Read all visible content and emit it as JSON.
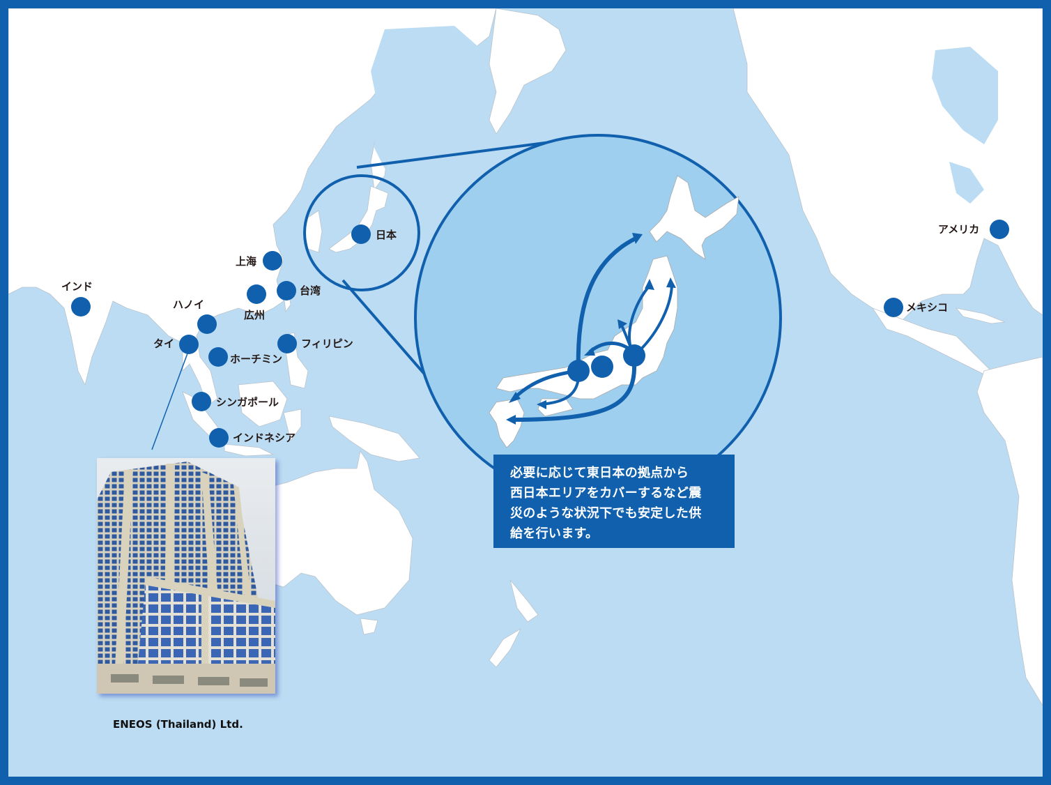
{
  "colors": {
    "border": "#1060ad",
    "ocean": "#bcdcf3",
    "inset_fill": "#9fcfef",
    "land": "#ffffff",
    "marker": "#1060ad",
    "callout_bg": "#1060ad",
    "callout_text": "#ffffff",
    "label_text": "#231815"
  },
  "locations": [
    {
      "name": "インド",
      "label": "インド"
    },
    {
      "name": "上海",
      "label": "上海"
    },
    {
      "name": "台湾",
      "label": "台湾"
    },
    {
      "name": "広州",
      "label": "広州"
    },
    {
      "name": "ハノイ",
      "label": "ハノイ"
    },
    {
      "name": "タイ",
      "label": "タイ"
    },
    {
      "name": "ホーチミン",
      "label": "ホーチミン"
    },
    {
      "name": "フィリピン",
      "label": "フィリピン"
    },
    {
      "name": "シンガポール",
      "label": "シンガポール"
    },
    {
      "name": "インドネシア",
      "label": "インドネシア"
    },
    {
      "name": "日本",
      "label": "日本"
    },
    {
      "name": "アメリカ",
      "label": "アメリカ"
    },
    {
      "name": "メキシコ",
      "label": "メキシコ"
    }
  ],
  "callout": {
    "lines": [
      "必要に応じて東日本の拠点から",
      "西日本エリアをカバーするなど震",
      "災のような状況下でも安定した供",
      "給を行います。"
    ]
  },
  "photo": {
    "caption": "ENEOS (Thailand) Ltd."
  }
}
